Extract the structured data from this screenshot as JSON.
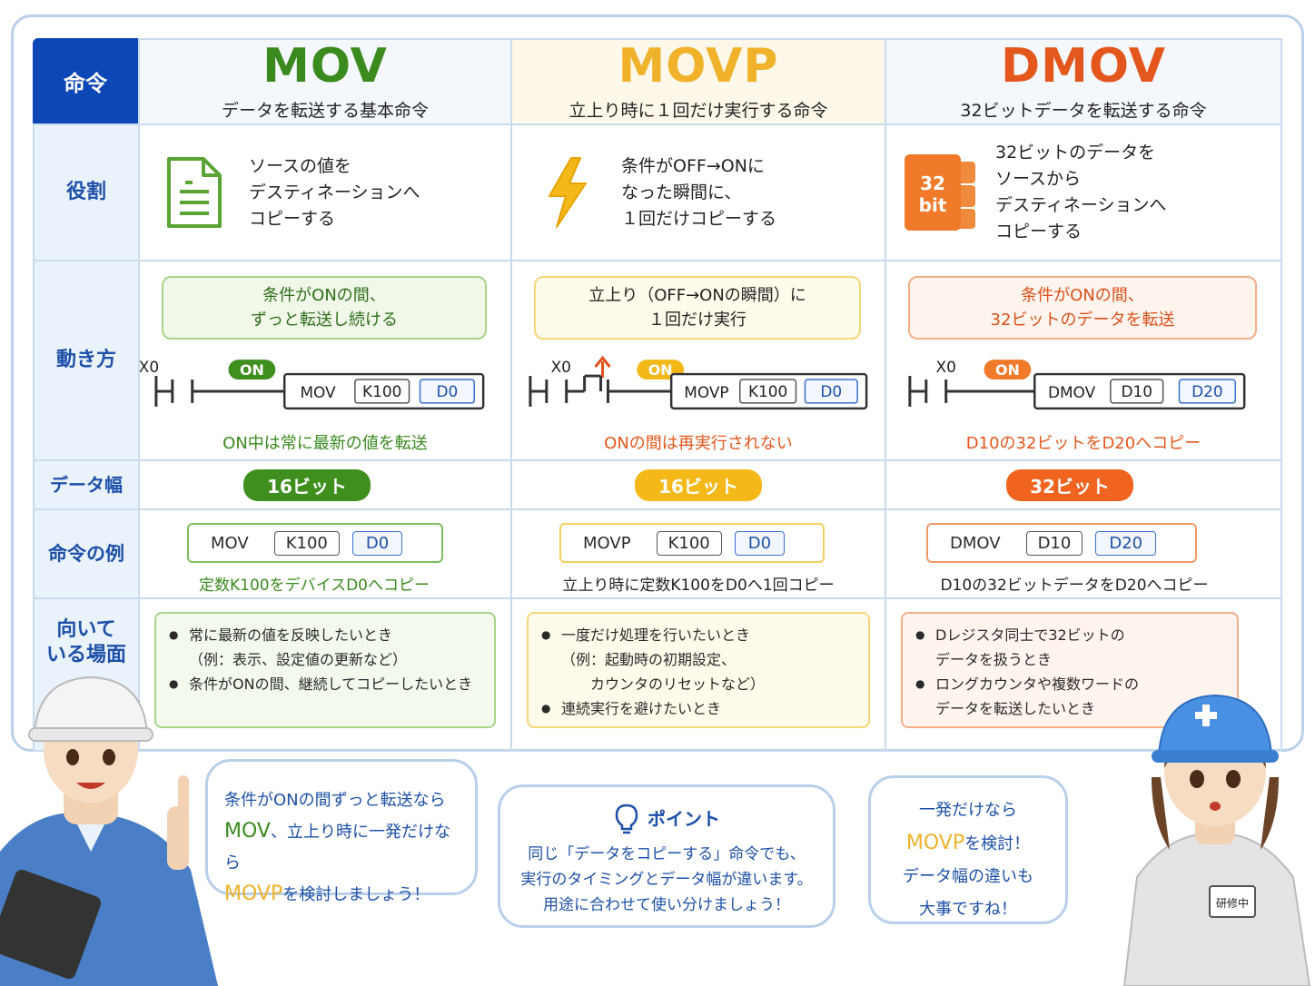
{
  "rows": {
    "header": "命令",
    "role": "役割",
    "behavior": "動き方",
    "width": "データ幅",
    "example": "命令の例",
    "scene_l1": "向いて",
    "scene_l2": "いる場面"
  },
  "columns": [
    {
      "name": "MOV",
      "subtitle": "データを転送する基本命令",
      "color": "#3a8a1e",
      "role": [
        "ソースの値を",
        "デスティネーションへ",
        "コピーする"
      ],
      "icon": "document-icon",
      "behavior_box": [
        "条件がONの間、",
        "ずっと転送し続ける"
      ],
      "contact": "X0",
      "state": "ON",
      "instr": "MOV",
      "src": "K100",
      "dst": "D0",
      "behavior_note": "ON中は常に最新の値を転送",
      "width": "16ビット",
      "example_note": "定数K100をデバイスD0へコピー",
      "scene": [
        {
          "t": "常に最新の値を反映したいとき",
          "b": true
        },
        {
          "t": "（例：表示、設定値の更新など）",
          "b": false
        },
        {
          "t": "条件がONの間、継続してコピーしたいとき",
          "b": true
        }
      ]
    },
    {
      "name": "MOVP",
      "subtitle": "立上り時に１回だけ実行する命令",
      "color": "#f0b22a",
      "role": [
        "条件がOFF→ONに",
        "なった瞬間に、",
        "１回だけコピーする"
      ],
      "icon": "lightning-icon",
      "behavior_box": [
        "立上り（OFF→ONの瞬間）に",
        "１回だけ実行"
      ],
      "contact": "X0",
      "state": "ON",
      "instr": "MOVP",
      "src": "K100",
      "dst": "D0",
      "behavior_note": "ONの間は再実行されない",
      "width": "16ビット",
      "example_note": "立上り時に定数K100をD0へ1回コピー",
      "scene": [
        {
          "t": "一度だけ処理を行いたいとき",
          "b": true
        },
        {
          "t": "（例：起動時の初期設定、",
          "b": false
        },
        {
          "t": "　　カウンタのリセットなど）",
          "b": false
        },
        {
          "t": "連続実行を避けたいとき",
          "b": true
        }
      ]
    },
    {
      "name": "DMOV",
      "subtitle": "32ビットデータを転送する命令",
      "color": "#e4571c",
      "role": [
        "32ビットのデータを",
        "ソースから",
        "デスティネーションへ",
        "コピーする"
      ],
      "icon": "32bit-block-icon",
      "icon_text": [
        "32",
        "bit"
      ],
      "behavior_box": [
        "条件がONの間、",
        "32ビットのデータを転送"
      ],
      "contact": "X0",
      "state": "ON",
      "instr": "DMOV",
      "src": "D10",
      "dst": "D20",
      "behavior_note": "D10の32ビットをD20へコピー",
      "width": "32ビット",
      "example_note": "D10の32ビットデータをD20へコピー",
      "scene": [
        {
          "t": "Dレジスタ同士で32ビットの",
          "b": true
        },
        {
          "t": "データを扱うとき",
          "b": false
        },
        {
          "t": "ロングカウンタや複数ワードの",
          "b": true
        },
        {
          "t": "データを転送したいとき",
          "b": false
        }
      ]
    }
  ],
  "bubbles": {
    "left": {
      "l1": "条件がONの間ずっと転送なら",
      "l2a": "MOV",
      "l2b": "、立上り時に一発だけなら",
      "l3a": "MOVP",
      "l3b": "を検討しましょう！"
    },
    "center": {
      "title": "ポイント",
      "l1": "同じ「データをコピーする」命令でも、",
      "l2": "実行のタイミングとデータ幅が違います。",
      "l3": "用途に合わせて使い分けましょう！"
    },
    "right": {
      "l1": "一発だけなら",
      "l2a": "MOVP",
      "l2b": "を検討！",
      "l3": "データ幅の違いも",
      "l4": "大事ですね！"
    },
    "badge": "研修中"
  }
}
